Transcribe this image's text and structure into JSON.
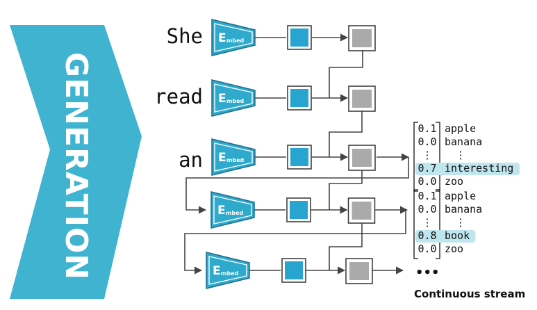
{
  "banner": {
    "label": "GENERATION",
    "color": "#3fb3cf"
  },
  "embed_label": {
    "initial": "E",
    "rest": "mbed"
  },
  "input_words": [
    "She",
    "read",
    "an"
  ],
  "rows": 6,
  "colors": {
    "embed_fill": "#2fa9cc",
    "hidden_fill": "#27a4cf",
    "output_fill": "#aaaaaa",
    "highlight": "#bfe6ee"
  },
  "distributions": [
    {
      "entries": [
        {
          "prob": "0.1",
          "word": "apple"
        },
        {
          "prob": "0.0",
          "word": "banana"
        },
        {
          "prob": "⋮",
          "word": "⋮"
        },
        {
          "prob": "0.7",
          "word": "interesting",
          "highlight": true
        },
        {
          "prob": "0.0",
          "word": "zoo"
        }
      ]
    },
    {
      "entries": [
        {
          "prob": "0.1",
          "word": "apple"
        },
        {
          "prob": "0.0",
          "word": "banana"
        },
        {
          "prob": "⋮",
          "word": "⋮"
        },
        {
          "prob": "0.8",
          "word": "book",
          "highlight": true
        },
        {
          "prob": "0.0",
          "word": "zoo"
        }
      ]
    }
  ],
  "ellipsis": "•••",
  "stream_label": "Continuous stream"
}
